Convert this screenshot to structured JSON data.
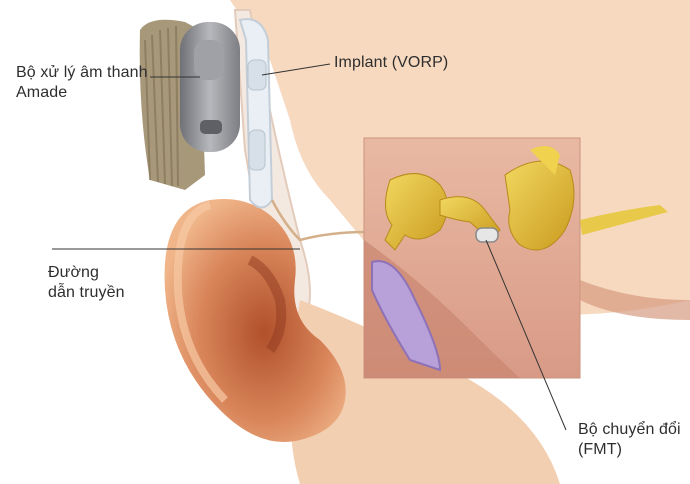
{
  "labels": {
    "processor": [
      "Bộ xử lý âm thanh",
      "Amade"
    ],
    "implant": [
      "Implant (VORP)"
    ],
    "wire": [
      "Đường",
      "dẫn truyền"
    ],
    "fmt": [
      "Bộ chuyển đổi",
      "(FMT)"
    ]
  },
  "icons": [
    "ear-illustration",
    "middle-ear-ossicles-illustration",
    "sound-processor-device",
    "implant-coil"
  ],
  "colors": {
    "skin": "#e8a676",
    "ear_shadow": "#c4623a",
    "ossicles": "#e3c13a",
    "membrane": "#b8a0d8",
    "hair": "#9b8a6a",
    "processor": "#8d8f94"
  }
}
